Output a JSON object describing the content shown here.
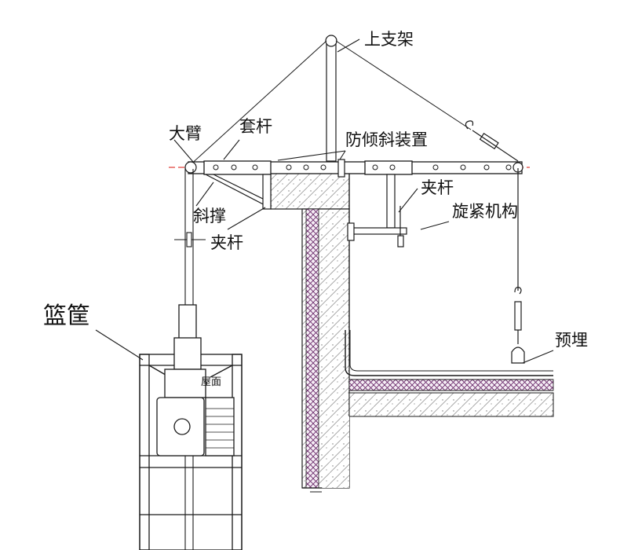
{
  "labels": {
    "upper_frame": "上支架",
    "big_arm": "大臂",
    "sleeve_rod": "套杆",
    "anti_tilt": "防倾斜装置",
    "clamp_rod_right": "夹杆",
    "diagonal_brace": "斜撑",
    "clamp_rod_left": "夹杆",
    "tensioner": "旋紧机构",
    "embedded": "预埋",
    "basket": "篮筐",
    "roof": "屋面"
  },
  "colors": {
    "line": "#1a1a1a",
    "centerline": "#e0403a",
    "insulation": "#6a2a6a",
    "hatch": "#8a8a8a"
  }
}
